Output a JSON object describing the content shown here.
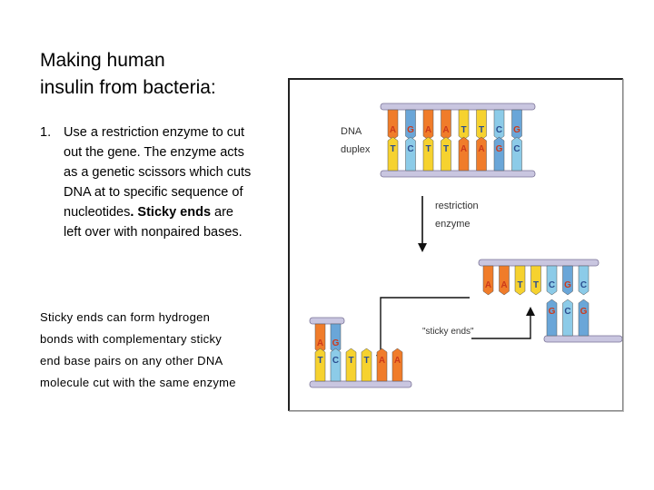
{
  "slide": {
    "title_line1": "Making human",
    "title_line2": "insulin from bacteria:",
    "step_number": "1.",
    "step_text_part1": "Use a restriction enzyme to cut out the gene.  The enzyme acts as a genetic scissors which cuts DNA at to specific sequence of nucleotides",
    "step_text_bold": ". Sticky ends",
    "step_text_part2": " are left over with nonpaired bases.",
    "note": "Sticky ends can form hydrogen bonds with complementary sticky end base pairs on any other DNA molecule cut with the same enzyme"
  },
  "figure": {
    "label_dna_line1": "DNA",
    "label_dna_line2": "duplex",
    "label_enzyme_line1": "restriction",
    "label_enzyme_line2": "enzyme",
    "label_sticky": "\"sticky ends\"",
    "top_duplex": {
      "top_letters": [
        "A",
        "G",
        "A",
        "A",
        "T",
        "T",
        "C",
        "G"
      ],
      "bottom_letters": [
        "T",
        "C",
        "T",
        "T",
        "A",
        "A",
        "G",
        "C"
      ]
    },
    "left_fragment": {
      "top_letters": [
        "A",
        "G"
      ],
      "bottom_letters": [
        "T",
        "C",
        "T",
        "T",
        "A",
        "A"
      ]
    },
    "right_fragment": {
      "top_letters": [
        "A",
        "A",
        "T",
        "T",
        "C",
        "G",
        "C"
      ],
      "bottom_letters": [
        "G",
        "C",
        "G"
      ]
    },
    "colors": {
      "A": "#f07c2a",
      "T": "#f6d22f",
      "G": "#6aa6d8",
      "C": "#8ccbe8",
      "strand": "#c9c6e0",
      "text_dark": "#cc3a1a",
      "text_light": "#2a4d8f"
    }
  }
}
